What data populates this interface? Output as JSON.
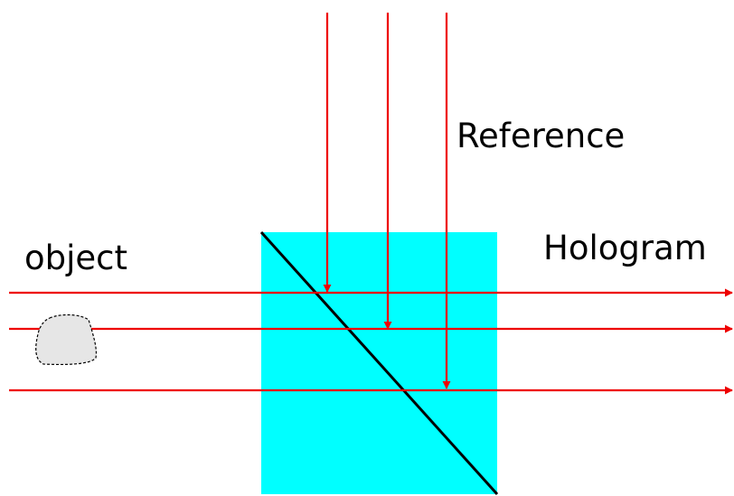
{
  "labels": {
    "reference": "Reference",
    "object": "object",
    "hologram": "Hologram"
  },
  "colors": {
    "beam": "#ee0000",
    "beam_splitter": "#00ffff",
    "splitter_diagonal": "#000000",
    "object_fill": "#e6e6e6",
    "object_outline": "#000000"
  }
}
